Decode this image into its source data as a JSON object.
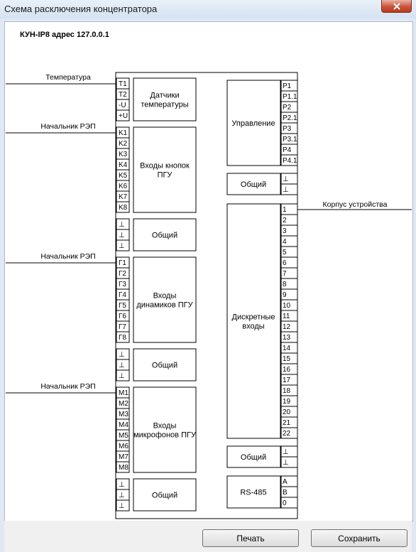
{
  "window": {
    "title": "Схема расключения концентратора",
    "close_glyph": "✕"
  },
  "diagram": {
    "heading": "КУН-IP8 адрес 127.0.0.1",
    "ground_glyph": "⊥",
    "left_blocks": [
      {
        "label": [
          "Датчики",
          "температуры"
        ],
        "pins": [
          "T1",
          "T2",
          "-U",
          "+U"
        ],
        "wire_label": "Температура"
      },
      {
        "label": [
          "Входы кнопок",
          "ПГУ"
        ],
        "pins": [
          "K1",
          "K2",
          "K3",
          "K4",
          "K5",
          "K6",
          "K7",
          "K8"
        ],
        "wire_label": "Начальник РЭП"
      },
      {
        "label": [
          "Общий"
        ],
        "pins": [
          "⊥",
          "⊥",
          "⊥"
        ],
        "wire_label": ""
      },
      {
        "label": [
          "Входы",
          "динамиков ПГУ"
        ],
        "pins": [
          "Г1",
          "Г2",
          "Г3",
          "Г4",
          "Г5",
          "Г6",
          "Г7",
          "Г8"
        ],
        "wire_label": "Начальник РЭП"
      },
      {
        "label": [
          "Общий"
        ],
        "pins": [
          "⊥",
          "⊥",
          "⊥"
        ],
        "wire_label": ""
      },
      {
        "label": [
          "Входы",
          "микрофонов ПГУ"
        ],
        "pins": [
          "M1",
          "M2",
          "M3",
          "M4",
          "M5",
          "M6",
          "M7",
          "M8"
        ],
        "wire_label": "Начальник РЭП"
      },
      {
        "label": [
          "Общий"
        ],
        "pins": [
          "⊥",
          "⊥",
          "⊥"
        ],
        "wire_label": ""
      }
    ],
    "right_blocks": [
      {
        "label": [
          "Управление"
        ],
        "pins": [
          "P1",
          "P1.1",
          "P2",
          "P2.1",
          "P3",
          "P3.1",
          "P4",
          "P4.1"
        ],
        "wire_label": ""
      },
      {
        "label": [
          "Общий"
        ],
        "pins": [
          "⊥",
          "⊥"
        ],
        "wire_label": ""
      },
      {
        "label": [
          "Дискретные",
          "входы"
        ],
        "pins": [
          "1",
          "2",
          "3",
          "4",
          "5",
          "6",
          "7",
          "8",
          "9",
          "10",
          "11",
          "12",
          "13",
          "14",
          "15",
          "16",
          "17",
          "18",
          "19",
          "20",
          "21",
          "22"
        ],
        "wire_label": "Корпус устройства"
      },
      {
        "label": [
          "Общий"
        ],
        "pins": [
          "⊥",
          "⊥"
        ],
        "wire_label": ""
      },
      {
        "label": [
          "RS-485"
        ],
        "pins": [
          "A",
          "B",
          "0"
        ],
        "wire_label": ""
      }
    ]
  },
  "buttons": {
    "print_label": "Печать",
    "save_label": "Сохранить"
  }
}
